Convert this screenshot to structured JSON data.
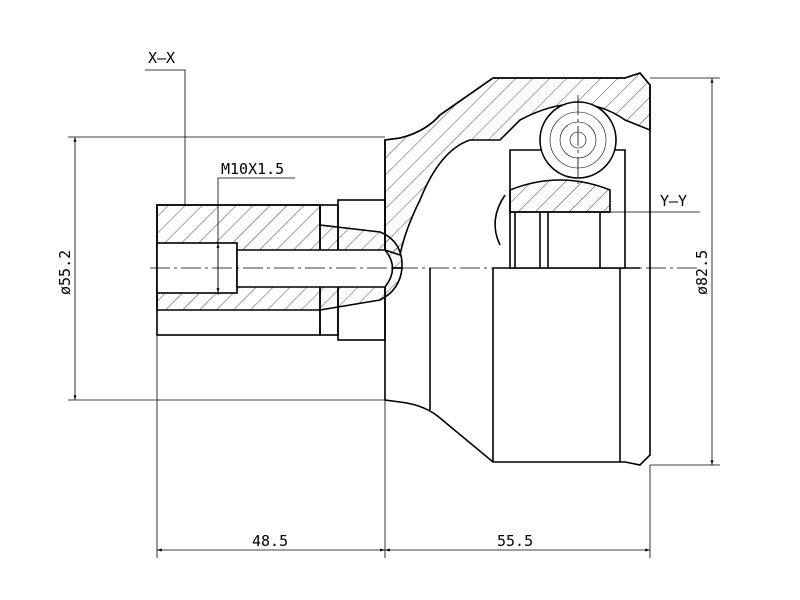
{
  "drawing": {
    "section_label": "X–X",
    "thread_label": "M10X1.5",
    "section_label_2": "Y–Y",
    "dim_outer_small": "ø55.2",
    "dim_outer_large": "ø82.5",
    "dim_length_shaft": "48.5",
    "dim_length_body": "55.5"
  },
  "colors": {
    "line": "#000000",
    "background": "#ffffff"
  }
}
